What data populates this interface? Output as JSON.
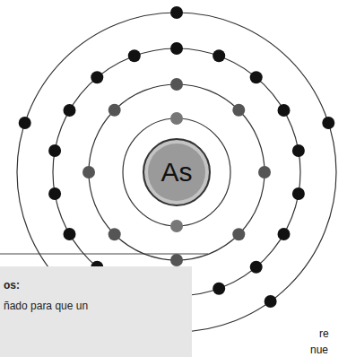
{
  "diagram": {
    "nodes": [
      {
        "text": [
          "As"
        ]
      },
      {
        "text": [
          "os:",
          "ñado para que un"
        ]
      }
    ],
    "labels": [
      "re",
      "nue"
    ]
  }
}
